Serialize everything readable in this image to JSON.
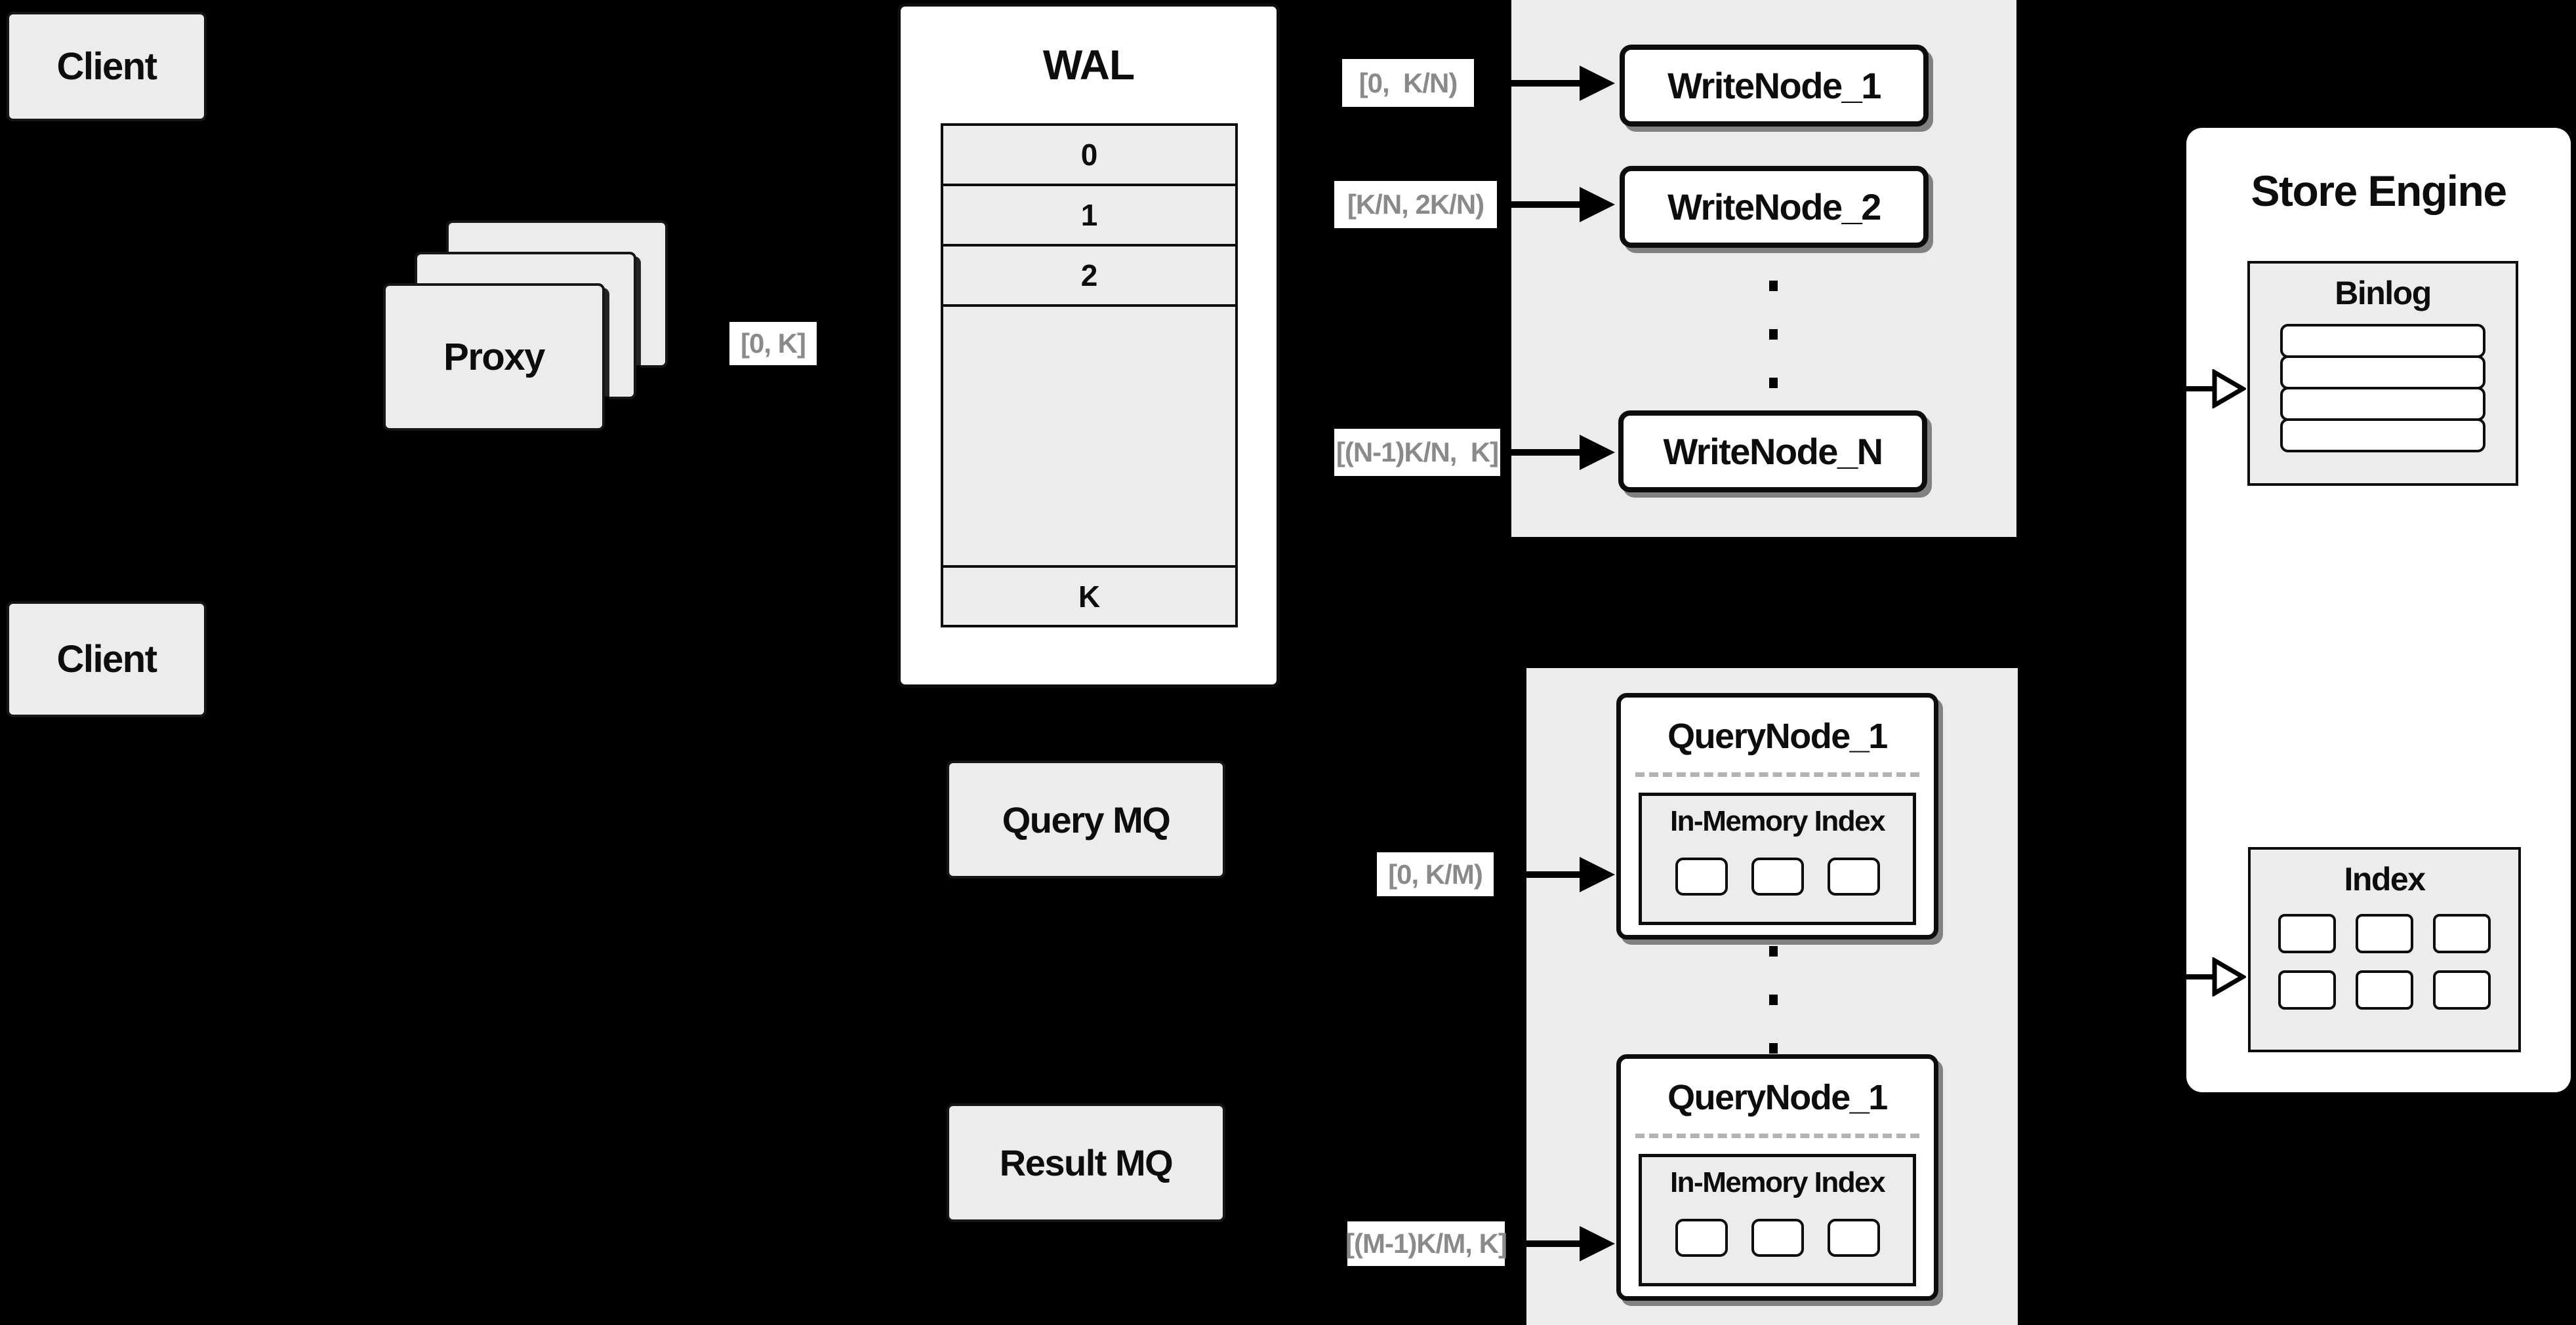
{
  "colors": {
    "background": "#000000",
    "panel_gray": "#ececec",
    "node_white": "#ffffff",
    "border_black": "#0d0d0d",
    "chip_text": "#8a8a8a",
    "divider_dash": "#b3b3b3"
  },
  "clients": {
    "top_label": "Client",
    "bottom_label": "Client"
  },
  "proxy": {
    "label": "Proxy",
    "range_chip": "[0, K]"
  },
  "wal": {
    "title": "WAL",
    "rows": [
      "0",
      "1",
      "2"
    ],
    "last_row": "K"
  },
  "write_pool": {
    "nodes": [
      {
        "label": "WriteNode_1",
        "chip": "[0,  K/N)"
      },
      {
        "label": "WriteNode_2",
        "chip": "[K/N, 2K/N)"
      },
      {
        "label": "WriteNode_N",
        "chip": "[(N-1)K/N,  K]"
      }
    ]
  },
  "mq": {
    "query_label": "Query MQ",
    "result_label": "Result MQ"
  },
  "query_pool": {
    "nodes": [
      {
        "title": "QueryNode_1",
        "inmem_label": "In-Memory Index",
        "chip": "[0, K/M)"
      },
      {
        "title": "QueryNode_1",
        "inmem_label": "In-Memory Index",
        "chip": "[(M-1)K/M, K]"
      }
    ]
  },
  "store_engine": {
    "title": "Store Engine",
    "binlog_label": "Binlog",
    "index_label": "Index"
  }
}
